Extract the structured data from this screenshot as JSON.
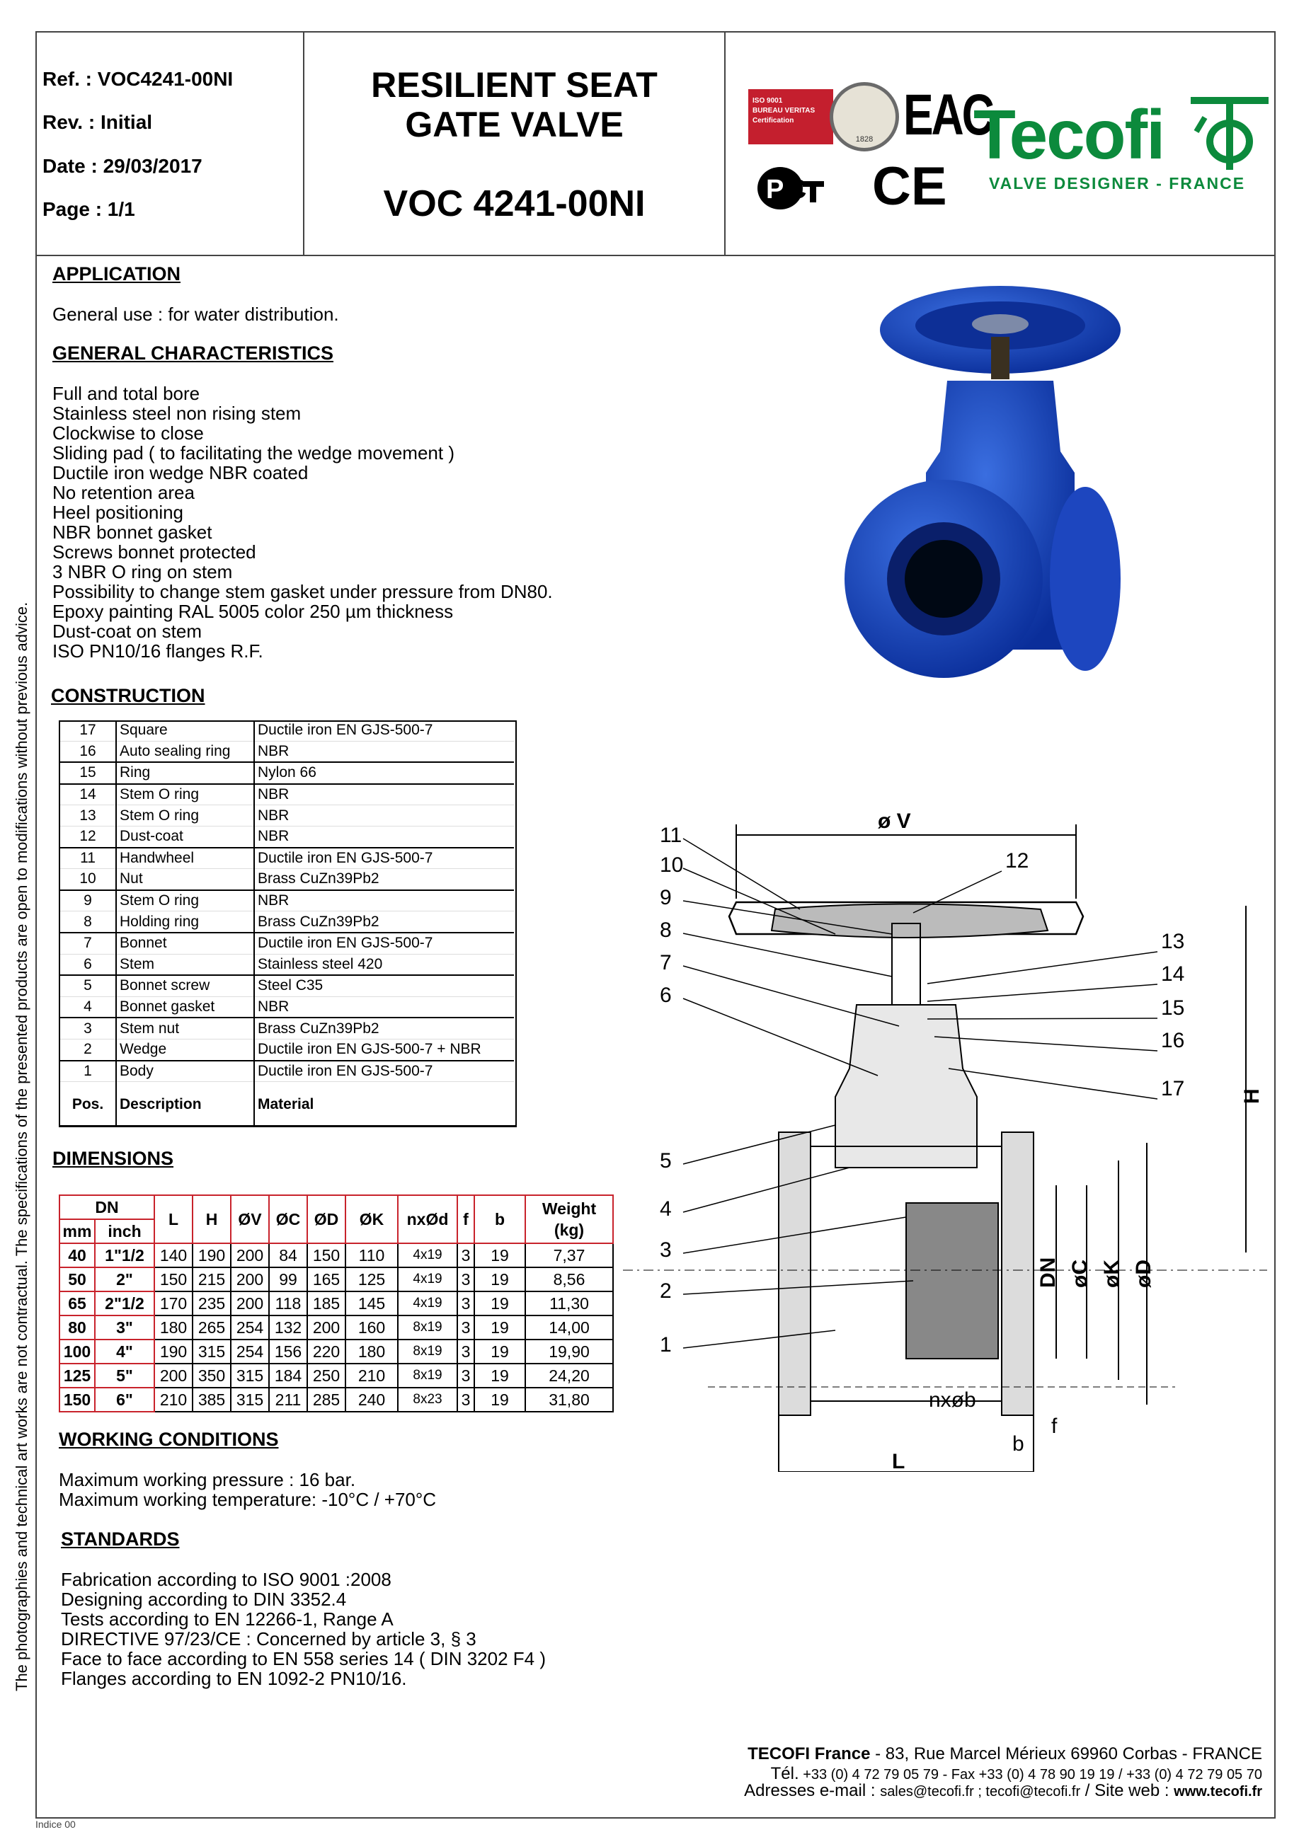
{
  "header": {
    "ref": "Ref. : VOC4241-00NI",
    "rev": "Rev. : Initial",
    "date": "Date : 29/03/2017",
    "page": "Page : 1/1",
    "title_line1": "RESILIENT SEAT",
    "title_line2": "GATE VALVE",
    "model": "VOC 4241-00NI"
  },
  "logos": {
    "bv_line1": "ISO 9001",
    "bv_line2": "BUREAU VERITAS",
    "bv_line3": "Certification",
    "bv_year": "1828",
    "eac": "EAC",
    "pct": "PCT",
    "ce": "CE",
    "brand": "Tecofi",
    "tagline": "VALVE DESIGNER - FRANCE",
    "brand_color": "#0c8a3c"
  },
  "sidenote": "The photographies and technical art works are not contractual. The specifications of the presented products are open to modifications without previous advice.",
  "application": {
    "heading": "APPLICATION",
    "text": "General use : for water distribution."
  },
  "general": {
    "heading": "GENERAL CHARACTERISTICS",
    "items": [
      "Full and total bore",
      "Stainless steel non rising stem",
      "Clockwise to close",
      "Sliding pad ( to facilitating the wedge movement )",
      "Ductile iron wedge NBR coated",
      "No retention area",
      "Heel positioning",
      "NBR bonnet gasket",
      "Screws bonnet protected",
      "3 NBR O ring on stem",
      "Possibility to change stem gasket under pressure from DN80.",
      "Epoxy painting RAL 5005 color 250 µm thickness",
      "Dust-coat on stem",
      "ISO PN10/16 flanges R.F."
    ]
  },
  "construction": {
    "heading": "CONSTRUCTION",
    "rows": [
      [
        "17",
        "Square",
        "Ductile iron EN GJS-500-7"
      ],
      [
        "16",
        "Auto sealing ring",
        "NBR"
      ],
      [
        "15",
        "Ring",
        "Nylon 66"
      ],
      [
        "14",
        "Stem O ring",
        "NBR"
      ],
      [
        "13",
        "Stem O ring",
        "NBR"
      ],
      [
        "12",
        "Dust-coat",
        "NBR"
      ],
      [
        "11",
        "Handwheel",
        "Ductile iron EN GJS-500-7"
      ],
      [
        "10",
        "Nut",
        "Brass CuZn39Pb2"
      ],
      [
        "9",
        "Stem O ring",
        "NBR"
      ],
      [
        "8",
        "Holding ring",
        "Brass CuZn39Pb2"
      ],
      [
        "7",
        "Bonnet",
        "Ductile iron EN GJS-500-7"
      ],
      [
        "6",
        "Stem",
        "Stainless steel 420"
      ],
      [
        "5",
        "Bonnet screw",
        "Steel C35"
      ],
      [
        "4",
        "Bonnet gasket",
        "NBR"
      ],
      [
        "3",
        "Stem nut",
        "Brass CuZn39Pb2"
      ],
      [
        "2",
        "Wedge",
        "Ductile iron EN GJS-500-7 + NBR"
      ],
      [
        "1",
        "Body",
        "Ductile iron EN GJS-500-7"
      ]
    ],
    "footer": [
      "Pos.",
      "Description",
      "Material"
    ]
  },
  "dimensions": {
    "heading": "DIMENSIONS",
    "headers": {
      "dn": "DN",
      "mm": "mm",
      "inch": "inch",
      "L": "L",
      "H": "H",
      "V": "ØV",
      "C": "ØC",
      "D": "ØD",
      "K": "ØK",
      "nxd": "nxØd",
      "f": "f",
      "b": "b",
      "weight1": "Weight",
      "weight2": "(kg)"
    },
    "rows": [
      [
        "40",
        "1\"1/2",
        "140",
        "190",
        "200",
        "84",
        "150",
        "110",
        "4x19",
        "3",
        "19",
        "7,37"
      ],
      [
        "50",
        "2\"",
        "150",
        "215",
        "200",
        "99",
        "165",
        "125",
        "4x19",
        "3",
        "19",
        "8,56"
      ],
      [
        "65",
        "2\"1/2",
        "170",
        "235",
        "200",
        "118",
        "185",
        "145",
        "4x19",
        "3",
        "19",
        "11,30"
      ],
      [
        "80",
        "3\"",
        "180",
        "265",
        "254",
        "132",
        "200",
        "160",
        "8x19",
        "3",
        "19",
        "14,00"
      ],
      [
        "100",
        "4\"",
        "190",
        "315",
        "254",
        "156",
        "220",
        "180",
        "8x19",
        "3",
        "19",
        "19,90"
      ],
      [
        "125",
        "5\"",
        "200",
        "350",
        "315",
        "184",
        "250",
        "210",
        "8x19",
        "3",
        "19",
        "24,20"
      ],
      [
        "150",
        "6\"",
        "210",
        "385",
        "315",
        "211",
        "285",
        "240",
        "8x23",
        "3",
        "19",
        "31,80"
      ]
    ]
  },
  "working": {
    "heading": "WORKING CONDITIONS",
    "items": [
      "Maximum working pressure : 16 bar.",
      "Maximum working temperature: -10°C / +70°C"
    ]
  },
  "standards": {
    "heading": "STANDARDS",
    "items": [
      "Fabrication according to ISO 9001 :2008",
      "Designing according to DIN 3352.4",
      "Tests according to EN 12266-1, Range A",
      "DIRECTIVE 97/23/CE : Concerned by article 3, § 3",
      "Face to face according to EN 558 series 14 ( DIN 3202 F4 )",
      "Flanges according to EN 1092-2 PN10/16."
    ]
  },
  "drawing": {
    "labels_left": [
      "11",
      "10",
      "9",
      "8",
      "7",
      "6",
      "5",
      "4",
      "3",
      "2",
      "1"
    ],
    "labels_right": [
      "12",
      "13",
      "14",
      "15",
      "16",
      "17"
    ],
    "dim_v": "ø V",
    "dim_h": "H",
    "dim_dn": "DN",
    "dim_c": "øC",
    "dim_k": "øK",
    "dim_d": "øD",
    "dim_nxb": "nxøb",
    "dim_f": "f",
    "dim_b": "b",
    "dim_l": "L"
  },
  "footer": {
    "company": "TECOFI France",
    "address": " -  83, Rue Marcel Mérieux  69960 Corbas - FRANCE",
    "tel_label": "Tél.",
    "tel": "  +33 (0) 4 72 79 05 79  -  Fax +33 (0) 4 78 90 19 19 /  +33 (0) 4 72 79 05 70",
    "email_label": "Adresses e-mail : ",
    "emails": "sales@tecofi.fr ;  tecofi@tecofi.fr",
    "site_label": " / Site web : ",
    "site": "www.tecofi.fr",
    "indice": "Indice 00"
  }
}
